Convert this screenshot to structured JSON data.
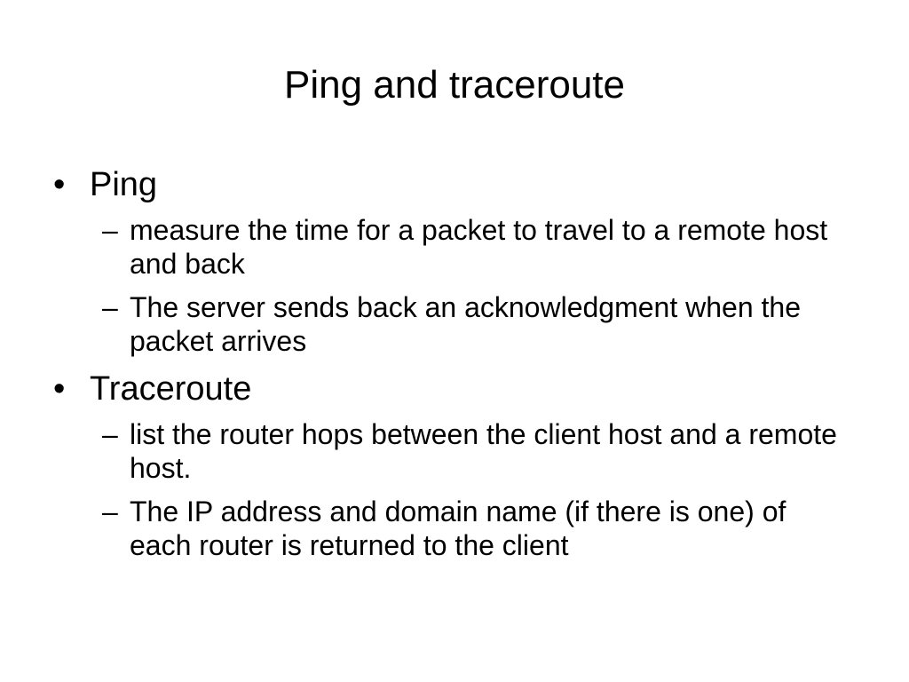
{
  "slide": {
    "title": "Ping and traceroute",
    "bullet_marker": "•",
    "sub_marker": "–",
    "items": [
      {
        "label": "Ping",
        "subs": [
          "measure the time for a packet to travel to a remote host and back",
          "The server sends back an acknowledgment when the packet arrives"
        ]
      },
      {
        "label": "Traceroute",
        "subs": [
          "list the router hops between the client host and a remote host.",
          "The IP address and domain name (if there is one) of each router is returned to the client"
        ]
      }
    ]
  }
}
